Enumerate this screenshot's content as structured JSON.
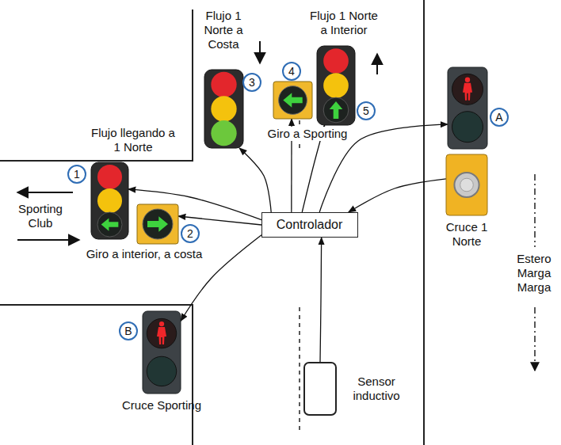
{
  "diagram": {
    "nodes": [
      {
        "text": [
          "Controlador"
        ]
      },
      {
        "text": [
          "1",
          "Flujo llegando a 1 Norte"
        ]
      },
      {
        "text": [
          "2"
        ]
      },
      {
        "text": [
          "3",
          "Flujo 1 Norte a Costa"
        ]
      },
      {
        "text": [
          "4"
        ]
      },
      {
        "text": [
          "5",
          "Flujo 1 Norte a Interior"
        ]
      },
      {
        "text": [
          "A"
        ]
      },
      {
        "text": [
          "Cruce 1 Norte"
        ]
      },
      {
        "text": [
          "B",
          "Cruce Sporting"
        ]
      },
      {
        "text": [
          "Sensor inductivo"
        ]
      }
    ],
    "edges": [
      {
        "from": 0,
        "to": 1,
        "arrow": "to"
      },
      {
        "from": 0,
        "to": 2,
        "arrow": "to"
      },
      {
        "from": 0,
        "to": 3,
        "arrow": "to"
      },
      {
        "from": 0,
        "to": 4,
        "arrow": "to"
      },
      {
        "from": 0,
        "to": 5,
        "arrow": "to"
      },
      {
        "from": 0,
        "to": 6,
        "arrow": "to"
      },
      {
        "from": 7,
        "to": 0,
        "arrow": "to"
      },
      {
        "from": 0,
        "to": 8,
        "arrow": "to"
      },
      {
        "from": 9,
        "to": 0,
        "arrow": "to"
      }
    ],
    "labels": [
      "Sporting Club",
      "Giro a interior, a costa",
      "Giro a Sporting",
      "Estero Marga Marga"
    ]
  }
}
